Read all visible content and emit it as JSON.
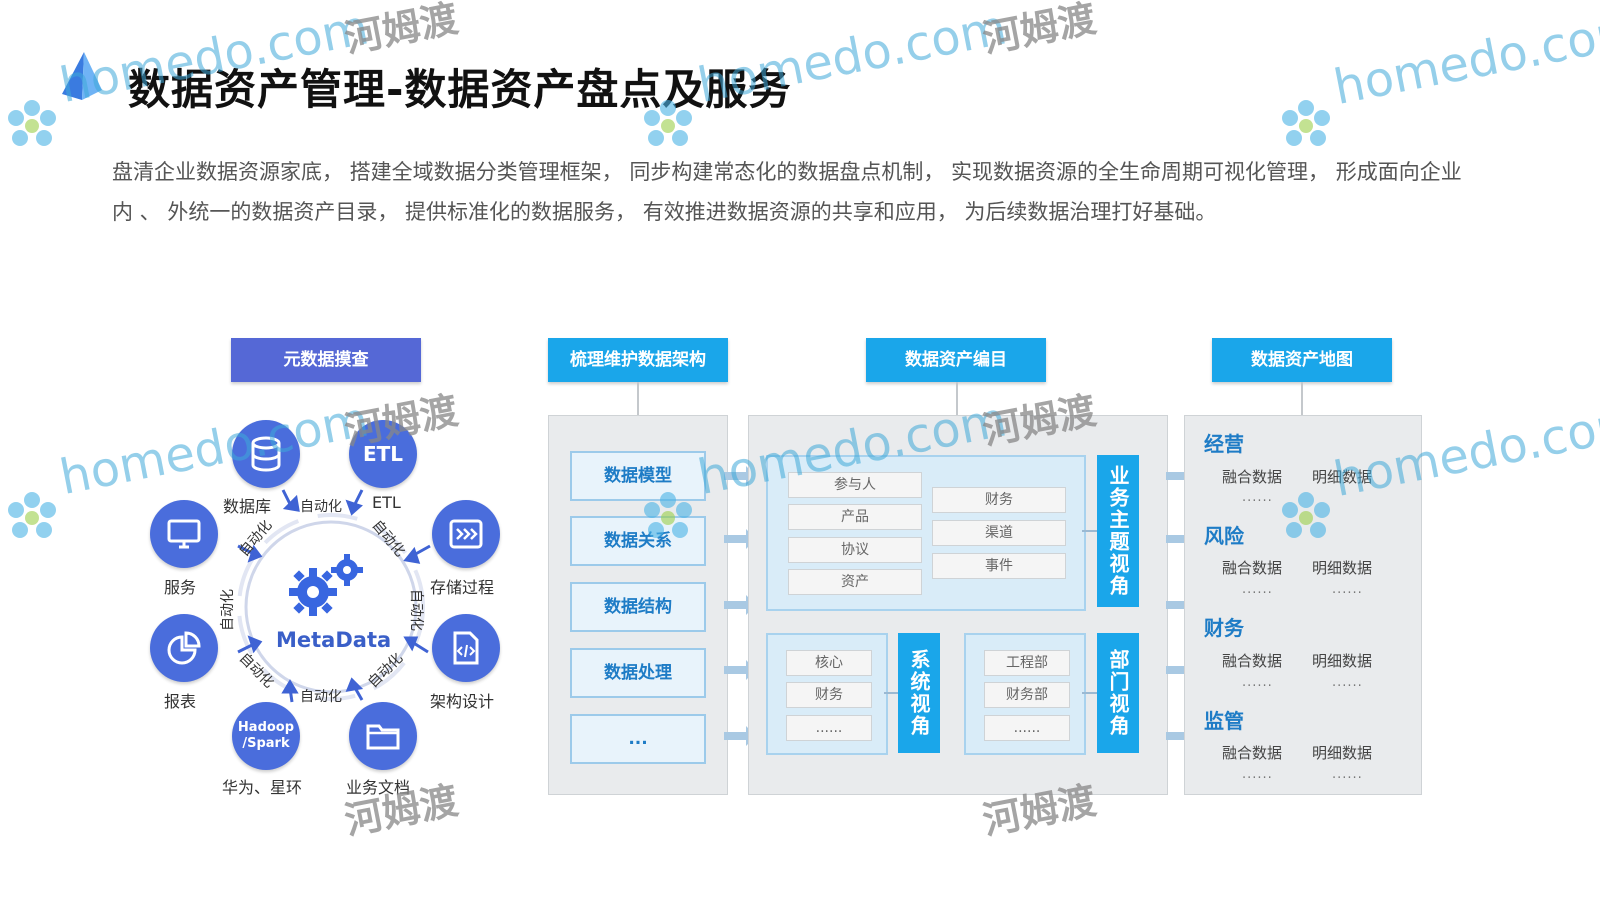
{
  "header": {
    "title": "数据资产管理-数据资产盘点及服务",
    "description": "盘清企业数据资源家底， 搭建全域数据分类管理框架， 同步构建常态化的数据盘点机制， 实现数据资源的全生命周期可视化管理， 形成面向企业内 、 外统一的数据资产目录， 提供标准化的数据服务， 有效推进数据资源的共享和应用， 为后续数据治理打好基础。"
  },
  "metadata_section": {
    "header": "元数据摸查",
    "center_label": "MetaData",
    "nodes": [
      {
        "label": "数据库",
        "icon": "database-icon"
      },
      {
        "label": "ETL",
        "icon": "etl-icon",
        "icon_text": "ETL"
      },
      {
        "label": "存储过程",
        "icon": "stored-procedure-icon"
      },
      {
        "label": "架构设计",
        "icon": "architecture-design-icon"
      },
      {
        "label": "业务文档",
        "icon": "folder-icon"
      },
      {
        "label": "华为、星环",
        "icon": "hadoop-spark-icon",
        "icon_text": "Hadoop\n/Spark"
      },
      {
        "label": "报表",
        "icon": "pie-chart-icon"
      },
      {
        "label": "服务",
        "icon": "monitor-icon"
      }
    ],
    "auto_label": "自动化"
  },
  "architecture": {
    "header": "梳理维护数据架构",
    "items": [
      "数据模型",
      "数据关系",
      "数据结构",
      "数据处理",
      "..."
    ]
  },
  "catalog": {
    "header": "数据资产编目",
    "business_view": {
      "tag": "业务主题视角",
      "left_items": [
        "参与人",
        "产品",
        "协议",
        "资产"
      ],
      "right_items": [
        "财务",
        "渠道",
        "事件"
      ]
    },
    "system_view": {
      "tag": "系统视角",
      "items": [
        "核心",
        "财务",
        "......"
      ]
    },
    "department_view": {
      "tag": "部门视角",
      "items": [
        "工程部",
        "财务部",
        "......"
      ]
    }
  },
  "asset_map": {
    "header": "数据资产地图",
    "groups": [
      {
        "name": "经营",
        "left": "融合数据",
        "right": "明细数据",
        "dots": "......"
      },
      {
        "name": "风险",
        "left": "融合数据",
        "right": "明细数据",
        "dots": "......"
      },
      {
        "name": "财务",
        "left": "融合数据",
        "right": "明细数据",
        "dots": "......"
      },
      {
        "name": "监管",
        "left": "融合数据",
        "right": "明细数据",
        "dots": "......"
      }
    ]
  },
  "watermark": {
    "site": "homedo.com",
    "cn": "河姆渡"
  }
}
